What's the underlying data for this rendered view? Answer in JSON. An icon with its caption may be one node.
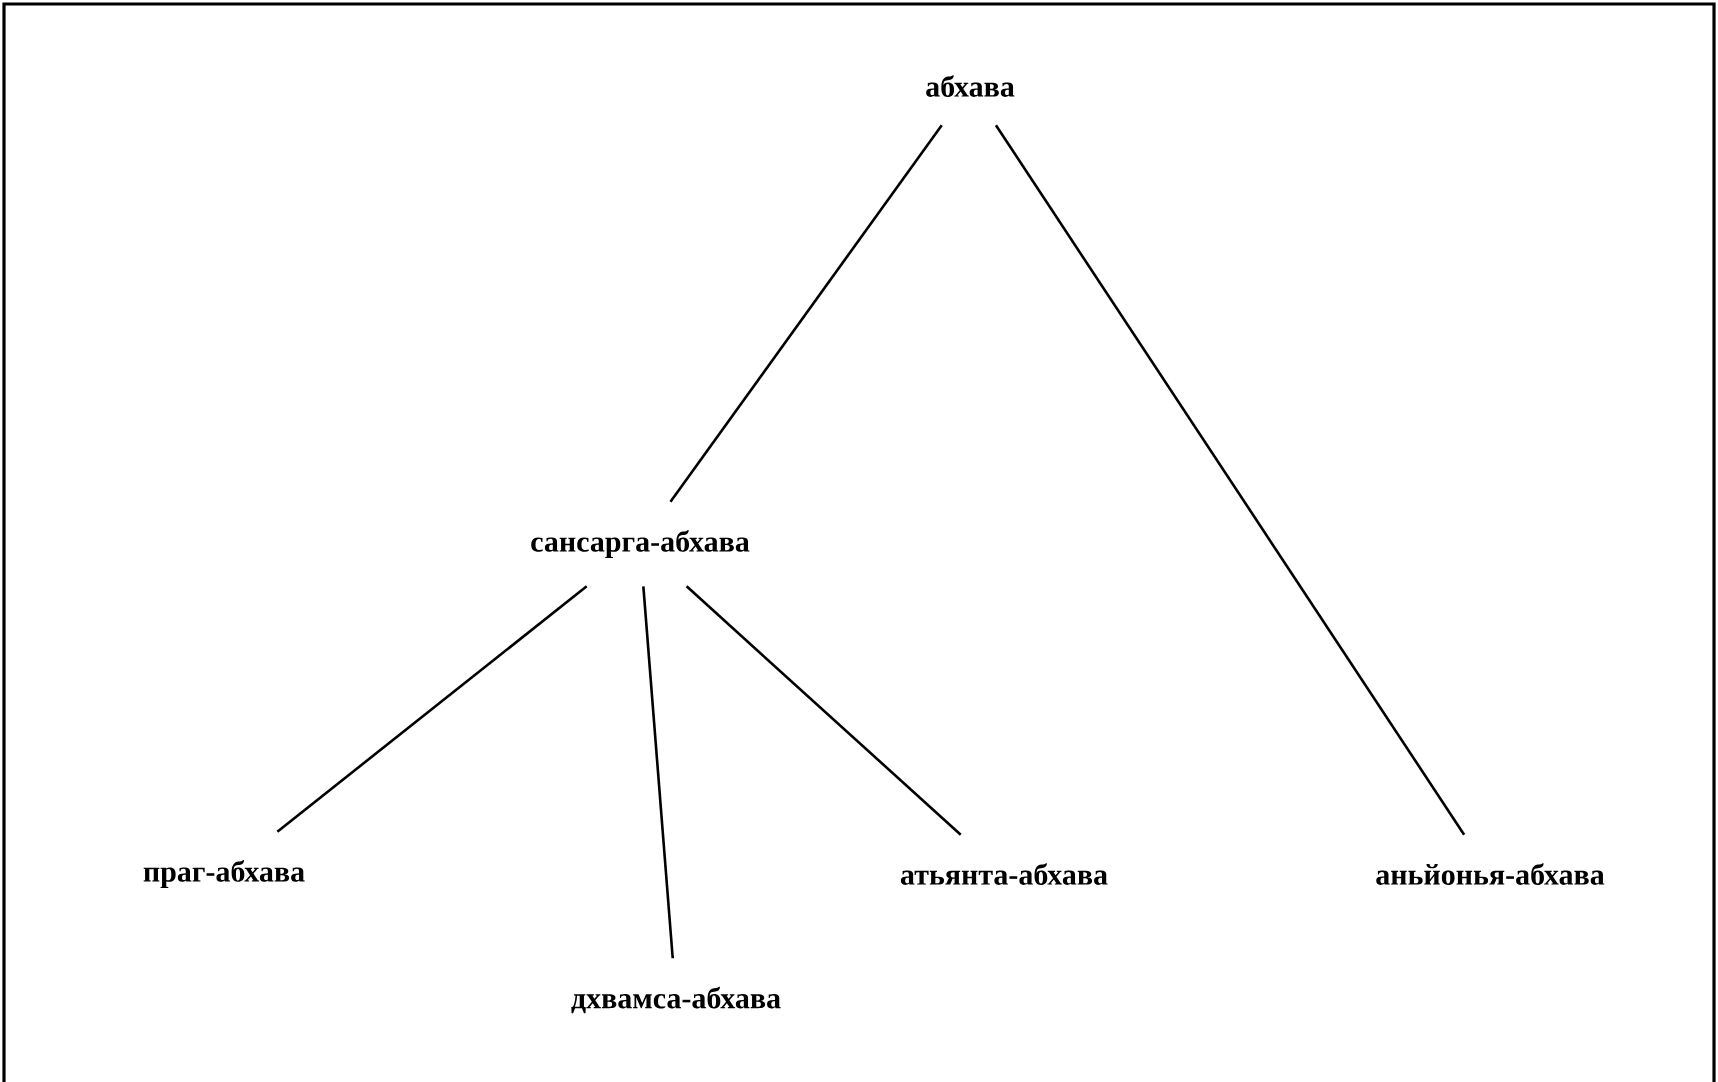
{
  "diagram": {
    "nodes": [
      {
        "text": [
          "абхава"
        ]
      },
      {
        "text": [
          "сансарга-абхава"
        ]
      },
      {
        "text": [
          "праг-абхава"
        ]
      },
      {
        "text": [
          "дхвамса-абхава"
        ]
      },
      {
        "text": [
          "атьянта-абхава"
        ]
      },
      {
        "text": [
          "аньйонья-абхава"
        ]
      }
    ],
    "edges": [
      {
        "from": 0,
        "to": 1,
        "arrow": "none"
      },
      {
        "from": 0,
        "to": 5,
        "arrow": "none"
      },
      {
        "from": 1,
        "to": 2,
        "arrow": "none"
      },
      {
        "from": 1,
        "to": 3,
        "arrow": "none"
      },
      {
        "from": 1,
        "to": 4,
        "arrow": "none"
      }
    ]
  }
}
